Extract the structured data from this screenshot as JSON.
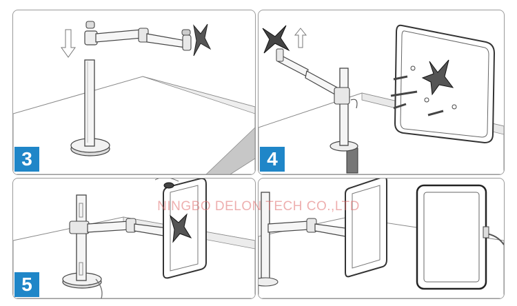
{
  "steps": [
    {
      "number": "3"
    },
    {
      "number": "4"
    },
    {
      "number": "5"
    }
  ],
  "watermark": "NINGBO DELON TECH CO.,LTD",
  "colors": {
    "badge": "#1f86c8",
    "watermark": "#e06e6e"
  }
}
